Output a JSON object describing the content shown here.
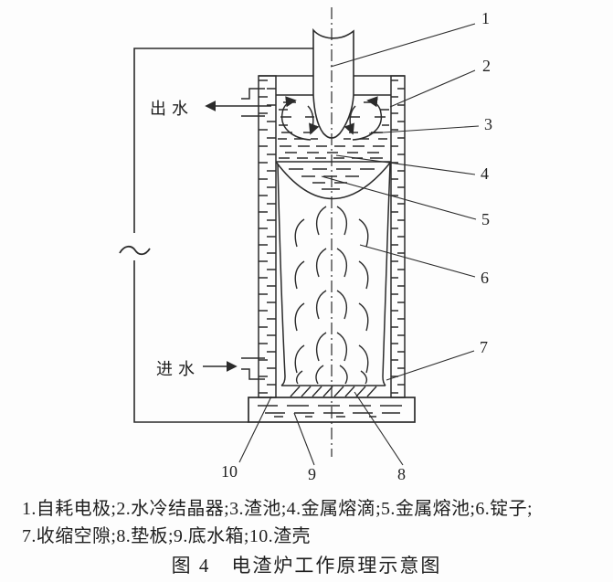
{
  "colors": {
    "line": "#2b2b2b",
    "background": "#fdfdfd"
  },
  "annotations": {
    "water_out": "出水",
    "water_in": "进水"
  },
  "callout_numbers": [
    "1",
    "2",
    "3",
    "4",
    "5",
    "6",
    "7",
    "8",
    "9",
    "10"
  ],
  "caption": {
    "legend_line1": "1.自耗电极;2.水冷结晶器;3.渣池;4.金属熔滴;5.金属熔池;6.锭子;",
    "legend_line2": "7.收缩空隙;8.垫板;9.底水箱;10.渣壳",
    "figure_title": "图 4　电渣炉工作原理示意图"
  }
}
